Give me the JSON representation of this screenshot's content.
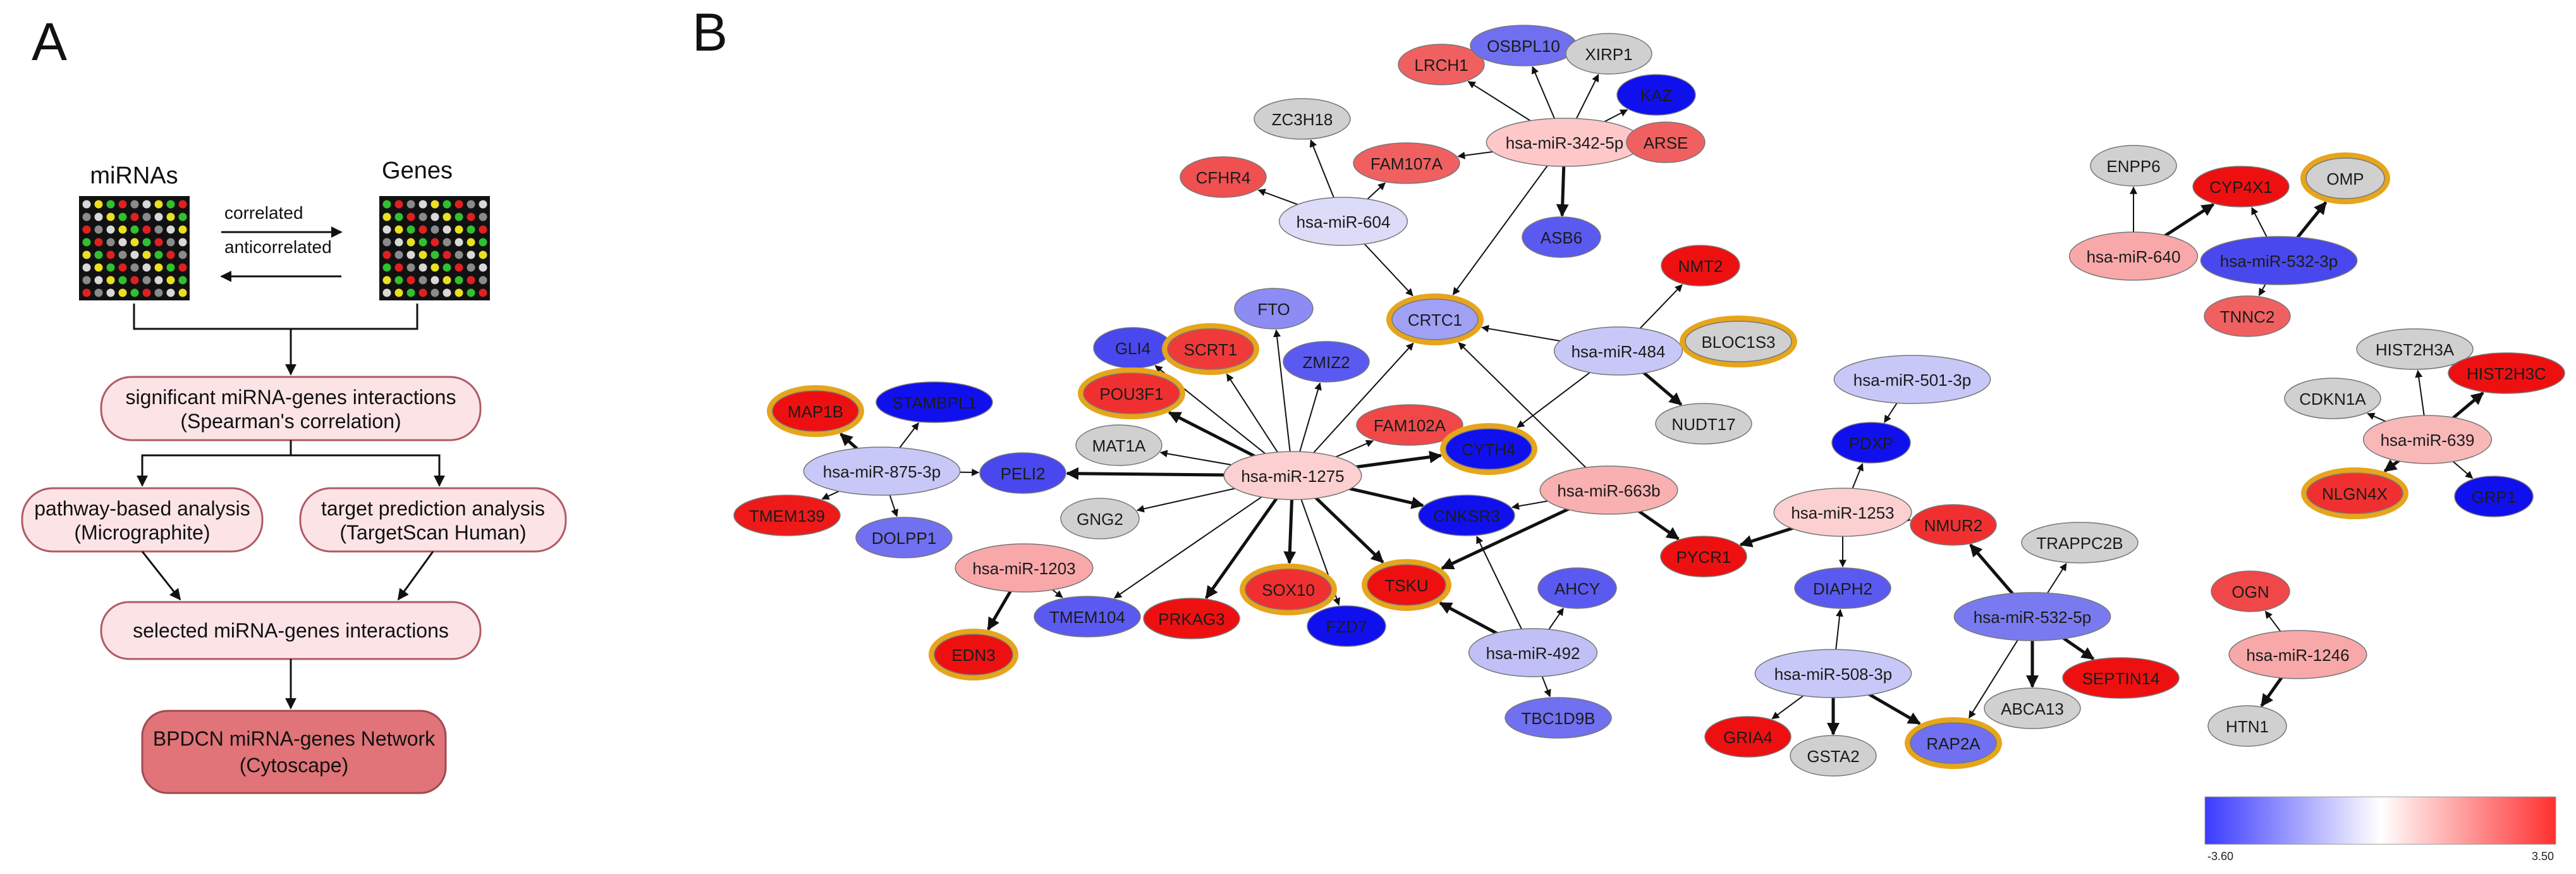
{
  "panel_a": {
    "letter": "A",
    "mirna_label": "miRNAs",
    "genes_label": "Genes",
    "correlated_label": "correlated",
    "anticorrelated_label": "anticorrelated",
    "box1_line1": "significant miRNA-genes interactions",
    "box1_line2": "(Spearman's correlation)",
    "box2_line1": "pathway-based analysis",
    "box2_line2": "(Micrographite)",
    "box3_line1": "target prediction analysis",
    "box3_line2": "(TargetScan Human)",
    "box4_line1": "selected miRNA-genes interactions",
    "box5_line1": "BPDCN miRNA-genes Network",
    "box5_line2": "(Cytoscape)",
    "colors": {
      "box_fill": "#fce4e6",
      "box_stroke": "#b05a64",
      "final_fill": "#e07478",
      "matrix_bg": "#111111"
    }
  },
  "panel_b": {
    "letter": "B",
    "legend": {
      "min": "-3.60",
      "max": "3.50",
      "low_color": "#3b3bff",
      "mid_color": "#ffffff",
      "high_color": "#ff3030"
    },
    "nodes": [
      {
        "id": "mir342",
        "label": "hsa-miR-342-5p",
        "fill": "#ffc8c8"
      },
      {
        "id": "lrch1",
        "label": "LRCH1",
        "fill": "#f06060"
      },
      {
        "id": "osbpl10",
        "label": "OSBPL10",
        "fill": "#6f6ff0"
      },
      {
        "id": "xirp1",
        "label": "XIRP1",
        "fill": "#d0d0d0"
      },
      {
        "id": "kaz",
        "label": "KAZ",
        "fill": "#1010ee"
      },
      {
        "id": "arse",
        "label": "ARSE",
        "fill": "#f06060"
      },
      {
        "id": "zc3h18",
        "label": "ZC3H18",
        "fill": "#d0d0d0"
      },
      {
        "id": "fam107a",
        "label": "FAM107A",
        "fill": "#f06060"
      },
      {
        "id": "cfhr4",
        "label": "CFHR4",
        "fill": "#f05050"
      },
      {
        "id": "mir604",
        "label": "hsa-miR-604",
        "fill": "#dcdcf8"
      },
      {
        "id": "asb6",
        "label": "ASB6",
        "fill": "#5a5af0"
      },
      {
        "id": "crtc1",
        "label": "CRTC1",
        "fill": "#a0a0f4",
        "ring": true
      },
      {
        "id": "fto",
        "label": "FTO",
        "fill": "#8c8cf4"
      },
      {
        "id": "gli4",
        "label": "GLI4",
        "fill": "#4848ee"
      },
      {
        "id": "scrt1",
        "label": "SCRT1",
        "fill": "#f03a3a",
        "ring": true
      },
      {
        "id": "zmiz2",
        "label": "ZMIZ2",
        "fill": "#5a5af0"
      },
      {
        "id": "nmt2",
        "label": "NMT2",
        "fill": "#ee1010"
      },
      {
        "id": "mir484",
        "label": "hsa-miR-484",
        "fill": "#c8c8f8"
      },
      {
        "id": "bloc1s3",
        "label": "BLOC1S3",
        "fill": "#d0d0d0",
        "ring": true
      },
      {
        "id": "nudt17",
        "label": "NUDT17",
        "fill": "#d0d0d0"
      },
      {
        "id": "map1b",
        "label": "MAP1B",
        "fill": "#ee1010",
        "ring": true
      },
      {
        "id": "stambpl1",
        "label": "STAMBPL1",
        "fill": "#1010ee"
      },
      {
        "id": "mir875",
        "label": "hsa-miR-875-3p",
        "fill": "#c8c8f8"
      },
      {
        "id": "peli2",
        "label": "PELI2",
        "fill": "#4848ee"
      },
      {
        "id": "tmem139",
        "label": "TMEM139",
        "fill": "#ee1a1a"
      },
      {
        "id": "dolpp1",
        "label": "DOLPP1",
        "fill": "#7070f0"
      },
      {
        "id": "pou3f1",
        "label": "POU3F1",
        "fill": "#f03030",
        "ring": true
      },
      {
        "id": "mat1a",
        "label": "MAT1A",
        "fill": "#d0d0d0"
      },
      {
        "id": "gng2",
        "label": "GNG2",
        "fill": "#d0d0d0"
      },
      {
        "id": "mir1275",
        "label": "hsa-miR-1275",
        "fill": "#fcd0d0"
      },
      {
        "id": "fam102a",
        "label": "FAM102A",
        "fill": "#f04848"
      },
      {
        "id": "cyth4",
        "label": "CYTH4",
        "fill": "#1010ee",
        "ring": true
      },
      {
        "id": "mir663b",
        "label": "hsa-miR-663b",
        "fill": "#f8b0b0"
      },
      {
        "id": "cnksr3",
        "label": "CNKSR3",
        "fill": "#1010ee"
      },
      {
        "id": "pycr1",
        "label": "PYCR1",
        "fill": "#ee1010"
      },
      {
        "id": "mir1203",
        "label": "hsa-miR-1203",
        "fill": "#f8a8a8"
      },
      {
        "id": "tmem104",
        "label": "TMEM104",
        "fill": "#5a5af0"
      },
      {
        "id": "prkag3",
        "label": "PRKAG3",
        "fill": "#ee1010"
      },
      {
        "id": "sox10",
        "label": "SOX10",
        "fill": "#f03030",
        "ring": true
      },
      {
        "id": "tsku",
        "label": "TSKU",
        "fill": "#ee1010",
        "ring": true
      },
      {
        "id": "fzd7",
        "label": "FZD7",
        "fill": "#1010ee"
      },
      {
        "id": "edn3",
        "label": "EDN3",
        "fill": "#ee1010",
        "ring": true
      },
      {
        "id": "ahcy",
        "label": "AHCY",
        "fill": "#5a5af0"
      },
      {
        "id": "mir492",
        "label": "hsa-miR-492",
        "fill": "#c0c0f6"
      },
      {
        "id": "tbc1d9b",
        "label": "TBC1D9B",
        "fill": "#7070f0"
      },
      {
        "id": "mir5013p",
        "label": "hsa-miR-501-3p",
        "fill": "#c8c8f8"
      },
      {
        "id": "pdxp",
        "label": "PDXP",
        "fill": "#1010ee"
      },
      {
        "id": "mir1253",
        "label": "hsa-miR-1253",
        "fill": "#fcd0d0"
      },
      {
        "id": "nmur2",
        "label": "NMUR2",
        "fill": "#f03030"
      },
      {
        "id": "diaph2",
        "label": "DIAPH2",
        "fill": "#5a5af0"
      },
      {
        "id": "trappc2b",
        "label": "TRAPPC2B",
        "fill": "#d0d0d0"
      },
      {
        "id": "mir532_5p",
        "label": "hsa-miR-532-5p",
        "fill": "#7a7af0"
      },
      {
        "id": "septin14",
        "label": "SEPTIN14",
        "fill": "#ee1010"
      },
      {
        "id": "abca13",
        "label": "ABCA13",
        "fill": "#d0d0d0"
      },
      {
        "id": "mir508",
        "label": "hsa-miR-508-3p",
        "fill": "#c8c8f8"
      },
      {
        "id": "gria4",
        "label": "GRIA4",
        "fill": "#ee1010"
      },
      {
        "id": "gsta2",
        "label": "GSTA2",
        "fill": "#d0d0d0"
      },
      {
        "id": "rap2a",
        "label": "RAP2A",
        "fill": "#7070f0",
        "ring": true
      },
      {
        "id": "enpp6",
        "label": "ENPP6",
        "fill": "#d0d0d0"
      },
      {
        "id": "cyp4x1",
        "label": "CYP4X1",
        "fill": "#ee1010"
      },
      {
        "id": "omp",
        "label": "OMP",
        "fill": "#d0d0d0",
        "ring": true
      },
      {
        "id": "mir640",
        "label": "hsa-miR-640",
        "fill": "#f8a8a8"
      },
      {
        "id": "mir532_3p",
        "label": "hsa-miR-532-3p",
        "fill": "#4848ee"
      },
      {
        "id": "tnnc2",
        "label": "TNNC2",
        "fill": "#f06060"
      },
      {
        "id": "hist2h3a",
        "label": "HIST2H3A",
        "fill": "#d0d0d0"
      },
      {
        "id": "hist2h3c",
        "label": "HIST2H3C",
        "fill": "#ee1010"
      },
      {
        "id": "cdkn1a",
        "label": "CDKN1A",
        "fill": "#d0d0d0"
      },
      {
        "id": "mir639",
        "label": "hsa-miR-639",
        "fill": "#f8b8b8"
      },
      {
        "id": "nlgn4x",
        "label": "NLGN4X",
        "fill": "#f03030",
        "ring": true
      },
      {
        "id": "grip1",
        "label": "GRP1",
        "fill": "#1010ee"
      },
      {
        "id": "ogn",
        "label": "OGN",
        "fill": "#f04848"
      },
      {
        "id": "mir1246",
        "label": "hsa-miR-1246",
        "fill": "#f8a8a8"
      },
      {
        "id": "htn1",
        "label": "HTN1",
        "fill": "#d0d0d0"
      }
    ],
    "edges": [
      {
        "from": "mir342",
        "to": "lrch1",
        "thick": false
      },
      {
        "from": "mir342",
        "to": "osbpl10",
        "thick": false
      },
      {
        "from": "mir342",
        "to": "xirp1",
        "thick": false
      },
      {
        "from": "mir342",
        "to": "kaz",
        "thick": false
      },
      {
        "from": "mir342",
        "to": "arse",
        "thick": false
      },
      {
        "from": "mir342",
        "to": "fam107a",
        "thick": false
      },
      {
        "from": "mir342",
        "to": "asb6",
        "thick": true
      },
      {
        "from": "mir342",
        "to": "crtc1",
        "thick": false
      },
      {
        "from": "mir604",
        "to": "zc3h18",
        "thick": false
      },
      {
        "from": "mir604",
        "to": "fam107a",
        "thick": false
      },
      {
        "from": "mir604",
        "to": "cfhr4",
        "thick": false
      },
      {
        "from": "mir604",
        "to": "crtc1",
        "thick": false
      },
      {
        "from": "mir484",
        "to": "nmt2",
        "thick": false
      },
      {
        "from": "mir484",
        "to": "bloc1s3",
        "thick": true
      },
      {
        "from": "mir484",
        "to": "nudt17",
        "thick": true
      },
      {
        "from": "mir484",
        "to": "crtc1",
        "thick": false
      },
      {
        "from": "mir484",
        "to": "cyth4",
        "thick": false
      },
      {
        "from": "mir1275",
        "to": "crtc1",
        "thick": false
      },
      {
        "from": "mir1275",
        "to": "fto",
        "thick": false
      },
      {
        "from": "mir1275",
        "to": "gli4",
        "thick": false
      },
      {
        "from": "mir1275",
        "to": "scrt1",
        "thick": false
      },
      {
        "from": "mir1275",
        "to": "zmiz2",
        "thick": false
      },
      {
        "from": "mir1275",
        "to": "pou3f1",
        "thick": true
      },
      {
        "from": "mir1275",
        "to": "mat1a",
        "thick": false
      },
      {
        "from": "mir1275",
        "to": "peli2",
        "thick": true
      },
      {
        "from": "mir1275",
        "to": "gng2",
        "thick": false
      },
      {
        "from": "mir1275",
        "to": "fam102a",
        "thick": false
      },
      {
        "from": "mir1275",
        "to": "cyth4",
        "thick": true
      },
      {
        "from": "mir1275",
        "to": "cnksr3",
        "thick": true
      },
      {
        "from": "mir1275",
        "to": "tsku",
        "thick": true
      },
      {
        "from": "mir1275",
        "to": "fzd7",
        "thick": false
      },
      {
        "from": "mir1275",
        "to": "sox10",
        "thick": true
      },
      {
        "from": "mir1275",
        "to": "prkag3",
        "thick": true
      },
      {
        "from": "mir1275",
        "to": "tmem104",
        "thick": false
      },
      {
        "from": "mir875",
        "to": "map1b",
        "thick": true
      },
      {
        "from": "mir875",
        "to": "stambpl1",
        "thick": false
      },
      {
        "from": "mir875",
        "to": "peli2",
        "thick": false
      },
      {
        "from": "mir875",
        "to": "tmem139",
        "thick": false
      },
      {
        "from": "mir875",
        "to": "dolpp1",
        "thick": false
      },
      {
        "from": "mir663b",
        "to": "crtc1",
        "thick": false
      },
      {
        "from": "mir663b",
        "to": "cnksr3",
        "thick": false
      },
      {
        "from": "mir663b",
        "to": "tsku",
        "thick": true
      },
      {
        "from": "mir663b",
        "to": "pycr1",
        "thick": true
      },
      {
        "from": "mir1203",
        "to": "tmem104",
        "thick": false
      },
      {
        "from": "mir1203",
        "to": "edn3",
        "thick": true
      },
      {
        "from": "mir492",
        "to": "ahcy",
        "thick": false
      },
      {
        "from": "mir492",
        "to": "tsku",
        "thick": true
      },
      {
        "from": "mir492",
        "to": "cnksr3",
        "thick": false
      },
      {
        "from": "mir492",
        "to": "tbc1d9b",
        "thick": false
      },
      {
        "from": "mir5013p",
        "to": "pdxp",
        "thick": false
      },
      {
        "from": "mir1253",
        "to": "pdxp",
        "thick": false
      },
      {
        "from": "mir1253",
        "to": "pycr1",
        "thick": true
      },
      {
        "from": "mir1253",
        "to": "nmur2",
        "thick": false
      },
      {
        "from": "mir1253",
        "to": "diaph2",
        "thick": false
      },
      {
        "from": "mir532_5p",
        "to": "trappc2b",
        "thick": false
      },
      {
        "from": "mir532_5p",
        "to": "nmur2",
        "thick": true
      },
      {
        "from": "mir532_5p",
        "to": "septin14",
        "thick": true
      },
      {
        "from": "mir532_5p",
        "to": "abca13",
        "thick": true
      },
      {
        "from": "mir532_5p",
        "to": "rap2a",
        "thick": false
      },
      {
        "from": "mir508",
        "to": "diaph2",
        "thick": false
      },
      {
        "from": "mir508",
        "to": "gria4",
        "thick": false
      },
      {
        "from": "mir508",
        "to": "gsta2",
        "thick": true
      },
      {
        "from": "mir508",
        "to": "rap2a",
        "thick": true
      },
      {
        "from": "mir640",
        "to": "enpp6",
        "thick": false
      },
      {
        "from": "mir640",
        "to": "cyp4x1",
        "thick": true
      },
      {
        "from": "mir532_3p",
        "to": "cyp4x1",
        "thick": false
      },
      {
        "from": "mir532_3p",
        "to": "omp",
        "thick": true
      },
      {
        "from": "mir532_3p",
        "to": "tnnc2",
        "thick": false
      },
      {
        "from": "mir639",
        "to": "hist2h3a",
        "thick": false
      },
      {
        "from": "mir639",
        "to": "hist2h3c",
        "thick": true
      },
      {
        "from": "mir639",
        "to": "cdkn1a",
        "thick": false
      },
      {
        "from": "mir639",
        "to": "nlgn4x",
        "thick": true
      },
      {
        "from": "mir639",
        "to": "grip1",
        "thick": false
      },
      {
        "from": "mir1246",
        "to": "ogn",
        "thick": false
      },
      {
        "from": "mir1246",
        "to": "htn1",
        "thick": true
      }
    ]
  }
}
